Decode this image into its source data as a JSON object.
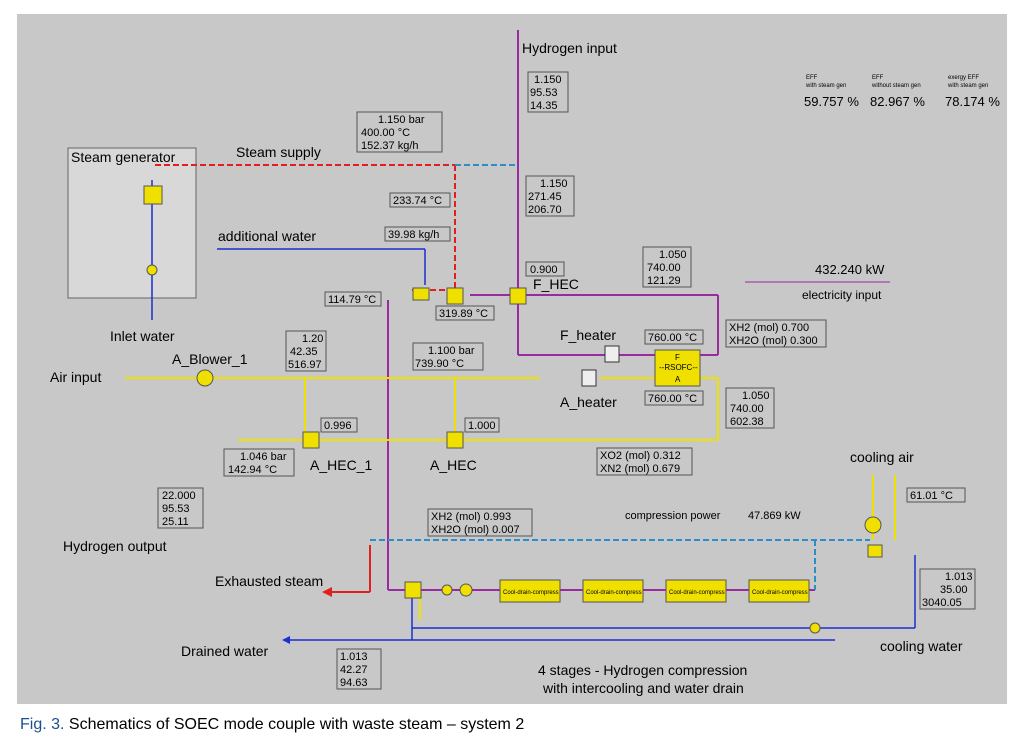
{
  "labels": {
    "steam_generator": "Steam generator",
    "steam_supply": "Steam supply",
    "inlet_water": "Inlet water",
    "additional_water": "additional water",
    "air_input": "Air input",
    "a_blower": "A_Blower_1",
    "hydrogen_input": "Hydrogen input",
    "f_hec": "F_HEC",
    "f_heater": "F_heater",
    "a_heater": "A_heater",
    "a_hec_1": "A_HEC_1",
    "a_hec": "A_HEC",
    "rsofc": "--RSOFC--",
    "rsofc_f": "F",
    "rsofc_a": "A",
    "electricity_input": "electricity input",
    "electricity_power": "432.240  kW",
    "cooling_air": "cooling air",
    "cooling_water": "cooling water",
    "hydrogen_output": "Hydrogen output",
    "exhausted_steam": "Exhausted steam",
    "drained_water": "Drained water",
    "compression_power_label": "compression power",
    "compression_power_value": "47.869  kW",
    "compressor_block": "Cool-drain-compress",
    "hydrogen_compression_line1": "4 stages - Hydrogen compression",
    "hydrogen_compression_line2": "with intercooling and water drain"
  },
  "efficiency": {
    "eff_steam_label1": "EFF",
    "eff_steam_label2": "with steam gen",
    "eff_steam_value": "59.757 %",
    "eff_nosteam_label1": "EFF",
    "eff_nosteam_label2": "without steam gen",
    "eff_nosteam_value": "82.967 %",
    "exergy_label1": "exergy EFF",
    "exergy_label2": "with steam gen",
    "exergy_value": "78.174 %"
  },
  "values": {
    "steam_supply_box": [
      "1.150  bar",
      "400.00   °C",
      "152.37   kg/h"
    ],
    "hydrogen_input_box": [
      "1.150",
      "95.53",
      "14.35"
    ],
    "h2_mid_box": [
      "1.150",
      "271.45",
      "206.70"
    ],
    "temp_233": "233.74 °C",
    "flow_39": "39.98 kg/h",
    "temp_114": "114.79 °C",
    "temp_319": "319.89 °C",
    "f_hec_eff": "0.900",
    "rsofc_in_box": [
      "1.050",
      "740.00",
      "121.29"
    ],
    "f_heater_temp": "760.00 °C",
    "a_heater_temp": "760.00 °C",
    "fuel_composition": [
      "XH2 (mol)    0.700",
      "XH2O (mol) 0.300"
    ],
    "blower_box": [
      "1.20",
      "42.35",
      "516.97"
    ],
    "air_hot_box": [
      "1.100  bar",
      "739.90   °C"
    ],
    "air_out_box": [
      "1.050",
      "740.00",
      "602.38"
    ],
    "a_hec_1_eff": "0.996",
    "a_hec_eff": "1.000",
    "exhaust_air_box": [
      "1.046  bar",
      "142.94    °C"
    ],
    "air_composition": [
      "XO2 (mol)  0.312",
      "XN2 (mol)  0.679"
    ],
    "h2_output_box": [
      "22.000",
      "95.53",
      "25.11"
    ],
    "h2_product_composition": [
      "XH2 (mol)    0.993",
      "XH2O (mol) 0.007"
    ],
    "cooling_air_temp": "61.01 °C",
    "cooling_water_box": [
      "1.013",
      "35.00",
      "3040.05"
    ],
    "drained_water_box": [
      "1.013",
      "42.27",
      "94.63"
    ]
  },
  "caption": {
    "fig": "Fig. 3.",
    "text": " Schematics of SOEC mode couple with waste steam – system 2"
  },
  "colors": {
    "steam": "#e02020",
    "water": "#1a2fd0",
    "air": "#f0e000",
    "hydrogen": "#9a2aa0",
    "hydrogen_product": "#2a8ec8",
    "background": "#c8c8c8"
  }
}
